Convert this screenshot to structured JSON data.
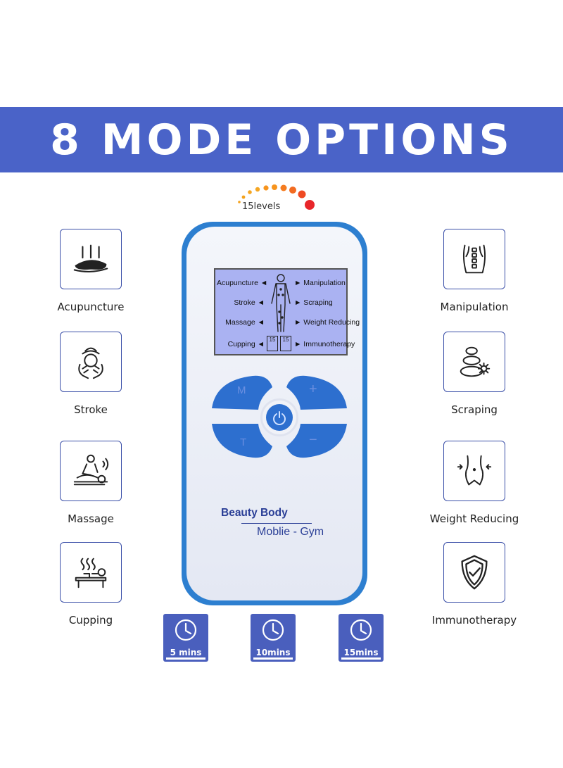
{
  "banner": {
    "title": "8 MODE OPTIONS"
  },
  "levels": {
    "text": "15levels"
  },
  "modes_left": [
    {
      "label": "Acupuncture",
      "icon": "acupuncture-needles-icon"
    },
    {
      "label": "Stroke",
      "icon": "stroke-hands-icon"
    },
    {
      "label": "Massage",
      "icon": "massage-icon"
    },
    {
      "label": "Cupping",
      "icon": "cupping-icon"
    }
  ],
  "modes_right": [
    {
      "label": "Manipulation",
      "icon": "spine-manipulation-icon"
    },
    {
      "label": "Scraping",
      "icon": "stones-scraping-icon"
    },
    {
      "label": "Weight Reducing",
      "icon": "waist-slimming-icon"
    },
    {
      "label": "Immunotherapy",
      "icon": "shield-check-icon"
    }
  ],
  "device": {
    "screen_left": [
      "Acupuncture ◄",
      "Stroke ◄",
      "Massage ◄",
      "Cupping ◄"
    ],
    "screen_right": [
      "► Manipulation",
      "► Scraping",
      "► Weight Reducing",
      "► Immunotherapy"
    ],
    "screen_level_left": "15",
    "screen_level_right": "15",
    "buttons": {
      "mode": "M",
      "plus": "+",
      "timer": "T",
      "minus": "−"
    },
    "brand": "Beauty Body",
    "model": "Moblie - Gym"
  },
  "timers": [
    {
      "label": "5 mins"
    },
    {
      "label": "10mins"
    },
    {
      "label": "15mins"
    }
  ],
  "colors": {
    "accent": "#4a63c8",
    "device_blue": "#2d7fd0",
    "screen": "#aab2f2",
    "icon_stroke": "#222222"
  }
}
